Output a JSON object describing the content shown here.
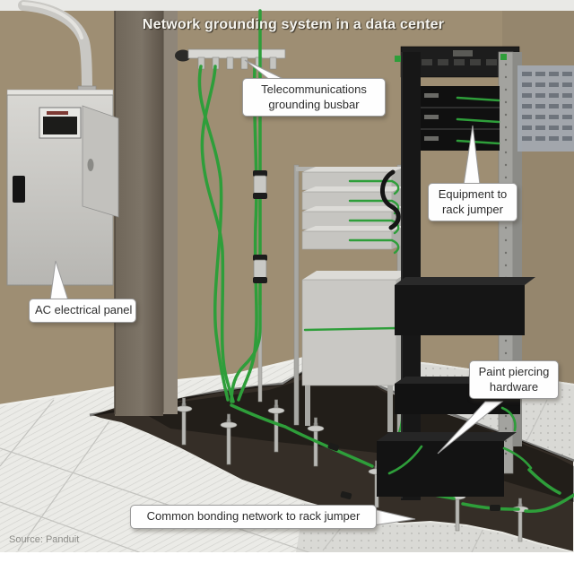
{
  "title": "Network grounding system in a data center",
  "source_credit": "Source: Panduit",
  "callouts": {
    "telecom_busbar": {
      "label": "Telecommunications grounding busbar"
    },
    "equipment_jumper": {
      "label": "Equipment to rack jumper"
    },
    "ac_panel": {
      "label": "AC electrical panel"
    },
    "paint_piercing": {
      "label": "Paint piercing hardware"
    },
    "cbn_jumper": {
      "label": "Common bonding network to rack jumper"
    }
  },
  "colors": {
    "wall_tan": "#a59478",
    "cable_green": "#2e9e3a",
    "trench_brown": "#352e27",
    "rack_black": "#161616",
    "floor_white": "#ebebe7",
    "label_border": "#9b9b9b",
    "title_text": "#f6f5f0"
  }
}
